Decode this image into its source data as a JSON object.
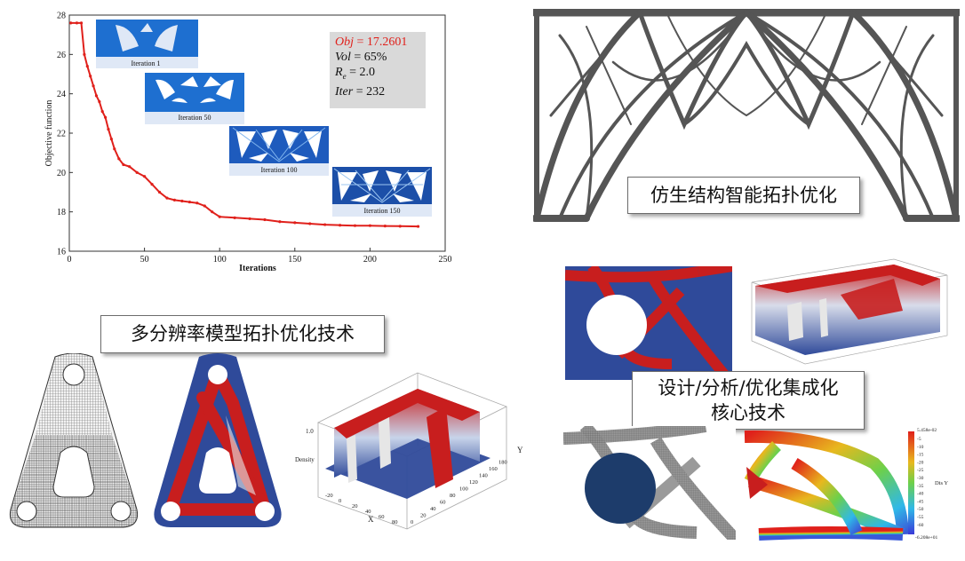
{
  "labels": {
    "bionic": "仿生结构智能拓扑优化",
    "multires": "多分辨率模型拓扑优化技术",
    "integrated_line1": "设计/分析/优化集成化",
    "integrated_line2": "核心技术"
  },
  "stats": {
    "obj_name": "Obj",
    "obj_value": " = 17.2601",
    "vol_name": "Vol",
    "vol_value": " = 65%",
    "re_name": "R",
    "re_sub": "e",
    "re_value": " = 2.0",
    "iter_name": "Iter",
    "iter_value": " = 232"
  },
  "insets": [
    "Iteration 1",
    "Iteration 50",
    "Iteration 100",
    "Iteration 150"
  ],
  "plot3d_labels": {
    "density": "Density",
    "x": "X",
    "y": "Y",
    "z_top": "1.0",
    "x_ticks": [
      "-20",
      "0",
      "20",
      "40",
      "60",
      "80"
    ],
    "y_ticks": [
      "0",
      "20",
      "40",
      "60",
      "80",
      "100",
      "120",
      "140",
      "160",
      "180"
    ]
  },
  "colorbar": {
    "title": "Dis Y",
    "top": "5.458e-02",
    "bottom": "-6.208e+01",
    "ticks": [
      "-5",
      "-10",
      "-15",
      "-20",
      "-25",
      "-30",
      "-35",
      "-40",
      "-45",
      "-50",
      "-55",
      "-60"
    ]
  },
  "colors": {
    "red": "#e0201b",
    "blue": "#2f4a9a",
    "structure": "#c81e1e"
  },
  "chart_data": {
    "type": "line",
    "title": "",
    "xlabel": "Iterations",
    "ylabel": "Objective function",
    "xlim": [
      0,
      250
    ],
    "ylim": [
      16,
      28
    ],
    "xticks": [
      0,
      50,
      100,
      150,
      200,
      250
    ],
    "yticks": [
      16,
      18,
      20,
      22,
      24,
      26,
      28
    ],
    "grid": false,
    "series": [
      {
        "name": "",
        "color": "#e0201b",
        "x": [
          1,
          5,
          8,
          10,
          12,
          14,
          16,
          18,
          20,
          22,
          24,
          26,
          28,
          30,
          33,
          36,
          40,
          45,
          50,
          55,
          60,
          65,
          70,
          75,
          80,
          85,
          90,
          95,
          100,
          110,
          120,
          130,
          140,
          150,
          160,
          170,
          180,
          190,
          200,
          210,
          220,
          232
        ],
        "y": [
          27.6,
          27.6,
          27.6,
          26.0,
          25.4,
          24.9,
          24.4,
          23.9,
          23.6,
          23.1,
          22.8,
          22.2,
          21.7,
          21.2,
          20.7,
          20.4,
          20.3,
          20.0,
          19.8,
          19.4,
          19.0,
          18.7,
          18.6,
          18.55,
          18.5,
          18.45,
          18.3,
          18.0,
          17.75,
          17.7,
          17.65,
          17.6,
          17.5,
          17.45,
          17.4,
          17.35,
          17.32,
          17.3,
          17.3,
          17.28,
          17.27,
          17.26
        ]
      }
    ]
  }
}
